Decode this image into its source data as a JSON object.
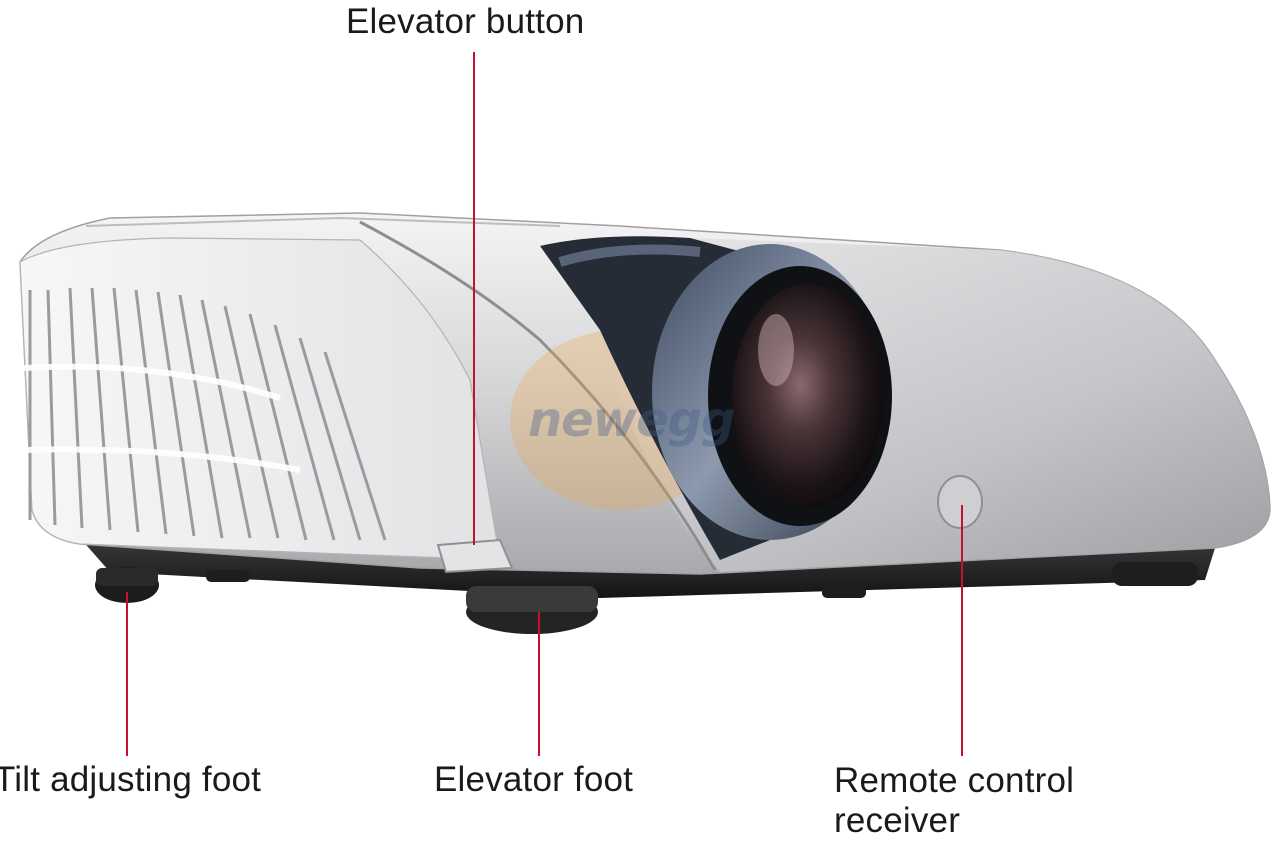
{
  "colors": {
    "leader_line": "#c8102e",
    "label_text": "#1a1a1a",
    "projector_body": "#d9d9d9",
    "watermark": "#f2a03d"
  },
  "callouts": {
    "elevator_button": "Elevator button",
    "tilt_adjusting_foot": "Tilt adjusting foot",
    "elevator_foot": "Elevator foot",
    "remote_control_receiver_line1": "Remote control",
    "remote_control_receiver_line2": "receiver"
  },
  "watermark_text": "newegg"
}
